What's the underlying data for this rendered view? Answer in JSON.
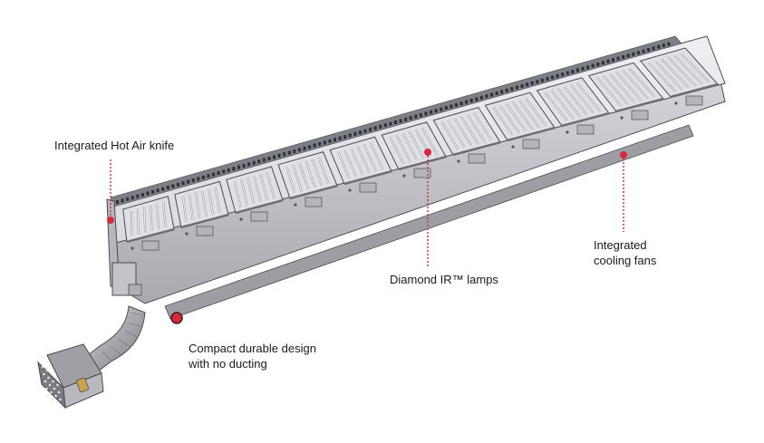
{
  "callouts": {
    "hot_air_knife": "Integrated Hot Air knife",
    "ir_lamps": "Diamond IR™ lamps",
    "cooling_fans_line1": "Integrated",
    "cooling_fans_line2": "cooling fans",
    "compact_line1": "Compact durable design",
    "compact_line2": "with no ducting"
  },
  "colors": {
    "callout_dot": "#d8283c",
    "callout_line": "#d8283c",
    "housing_light": "#e4e4e8",
    "housing_mid": "#c9c9cf",
    "housing_dark": "#8f9096",
    "lamp_cell": "#dfe1e6",
    "lamp_tube": "#f4f5f7",
    "outline": "#4a4b50"
  }
}
